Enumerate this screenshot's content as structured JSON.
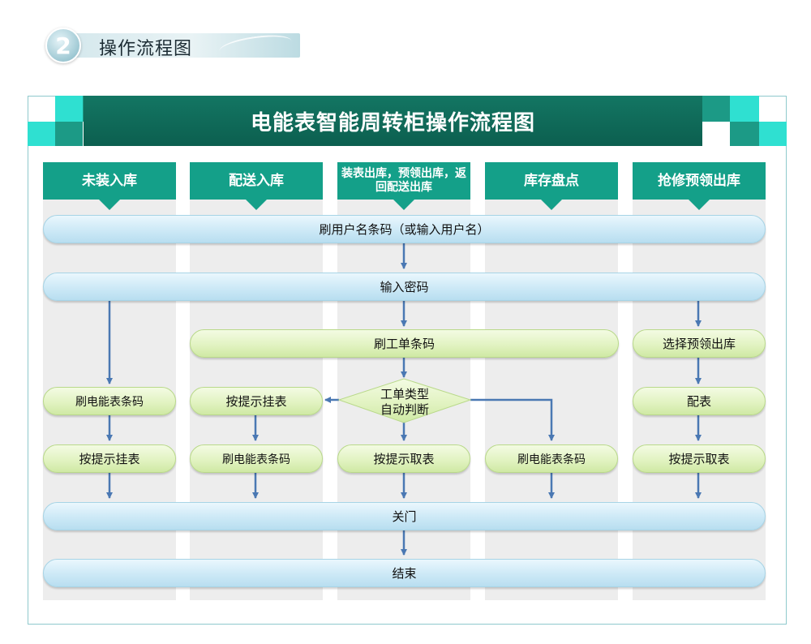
{
  "section": {
    "number": "2",
    "title": "操作流程图"
  },
  "diagram": {
    "title": "电能表智能周转柜操作流程图",
    "columns": [
      {
        "label": "未装入库"
      },
      {
        "label": "配送入库"
      },
      {
        "label": "装表出库，预领出库，返回配送出库"
      },
      {
        "label": "库存盘点"
      },
      {
        "label": "抢修预领出库"
      }
    ],
    "nodes": {
      "scan_username": "刷用户名条码（或输入用户名）",
      "enter_password": "输入密码",
      "scan_work_order": "刷工单条码",
      "select_preclaim": "选择预领出库",
      "work_order_type_line1": "工单类型",
      "work_order_type_line2": "自动判断",
      "col1_scan_meter": "刷电能表条码",
      "col1_hang_meter": "按提示挂表",
      "col2_hang_meter": "按提示挂表",
      "col2_scan_meter": "刷电能表条码",
      "col3_take_meter": "按提示取表",
      "col4_scan_meter": "刷电能表条码",
      "col5_assign_meter": "配表",
      "col5_take_meter": "按提示取表",
      "close_door": "关门",
      "end": "结束"
    },
    "colors": {
      "banner": "#0c5f4f",
      "column_header": "#14a089",
      "deco_cyan": "#33e6d6",
      "deco_teal": "#1c9a86",
      "arrow": "#4a78b3",
      "column_bg": "#ededed"
    }
  }
}
